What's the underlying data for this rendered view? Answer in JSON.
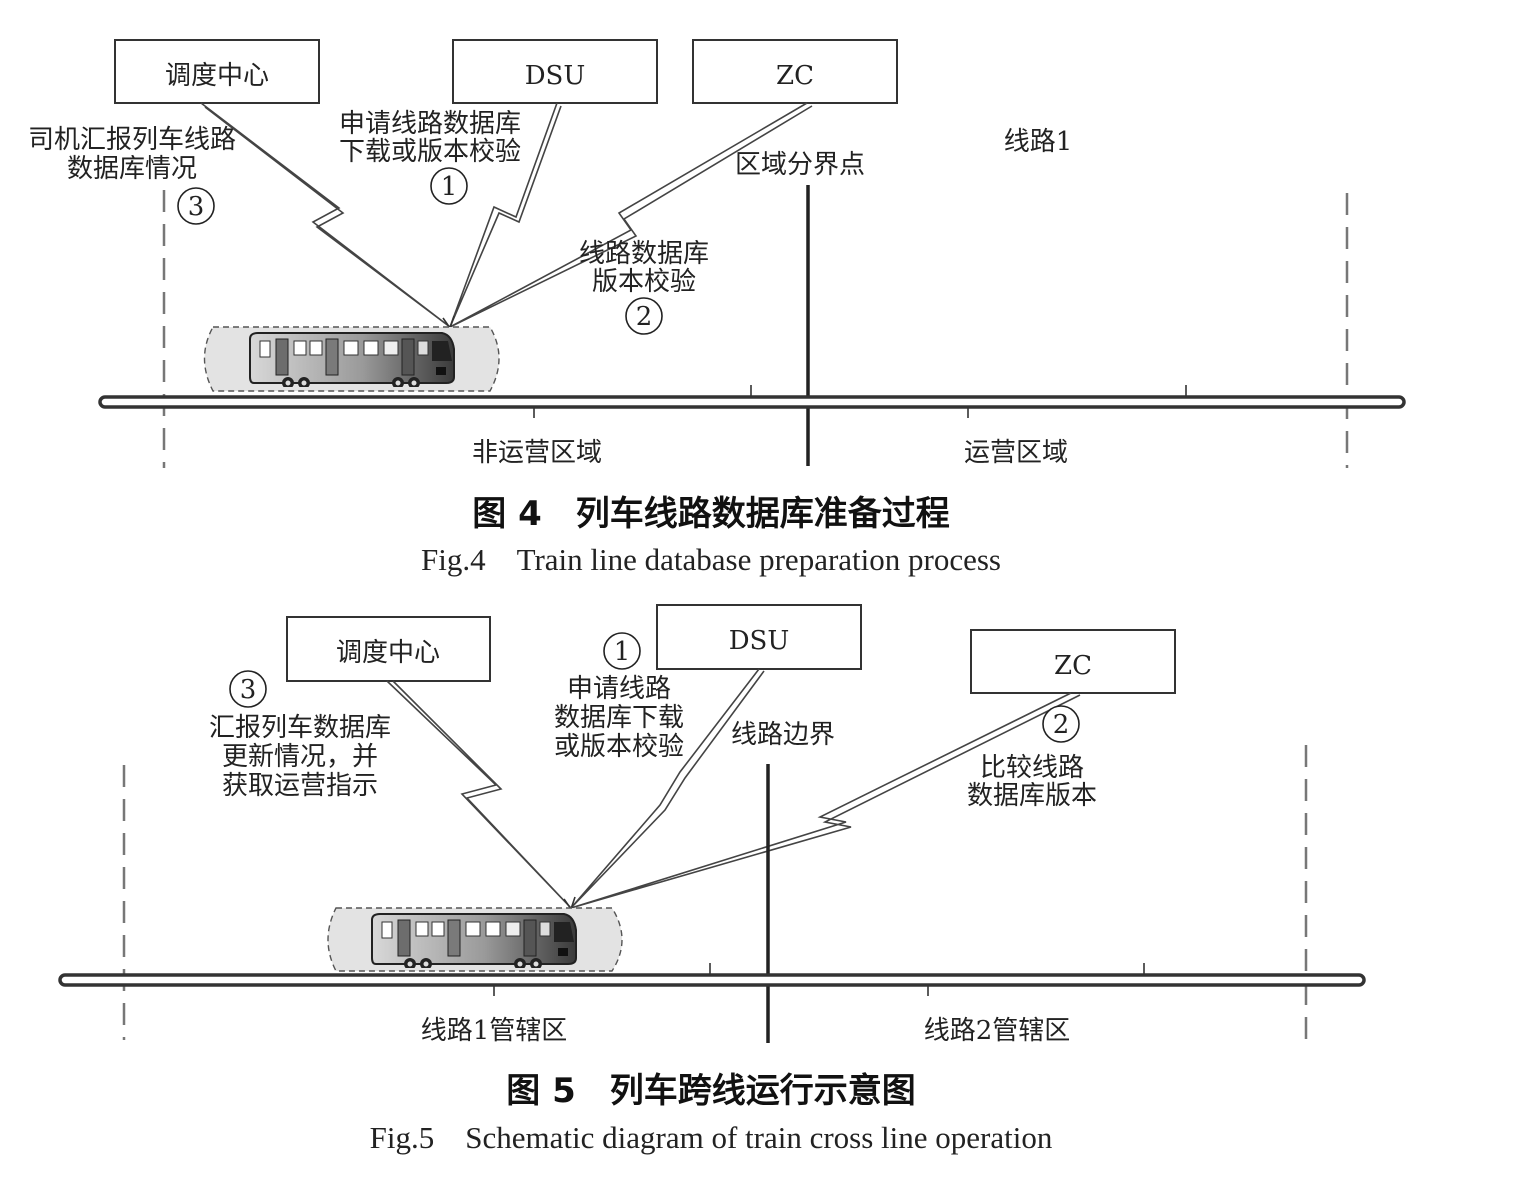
{
  "fig4": {
    "boxes": {
      "dispatch": "调度中心",
      "dsu": "DSU",
      "zc": "ZC"
    },
    "labels": {
      "driver_report_1": "司机汇报列车线路",
      "driver_report_2": "数据库情况",
      "request_1": "申请线路数据库",
      "request_2": "下载或版本校验",
      "version_check_1": "线路数据库",
      "version_check_2": "版本校验",
      "zone_boundary": "区域分界点",
      "line1": "线路1",
      "non_operating_zone": "非运营区域",
      "operating_zone": "运营区域"
    },
    "step_numbers": {
      "one": "1",
      "two": "2",
      "three": "3"
    },
    "caption_cn": "图 4　列车线路数据库准备过程",
    "caption_en": "Fig.4　Train line database preparation process"
  },
  "fig5": {
    "boxes": {
      "dispatch": "调度中心",
      "dsu": "DSU",
      "zc": "ZC"
    },
    "labels": {
      "report_1": "汇报列车数据库",
      "report_2": "更新情况，并",
      "report_3": "获取运营指示",
      "request_1": "申请线路",
      "request_2": "数据库下载",
      "request_3": "或版本校验",
      "line_boundary": "线路边界",
      "compare_1": "比较线路",
      "compare_2": "数据库版本",
      "line1_area": "线路1管辖区",
      "line2_area": "线路2管辖区"
    },
    "step_numbers": {
      "one": "1",
      "two": "2",
      "three": "3"
    },
    "caption_cn": "图 5　列车跨线运行示意图",
    "caption_en": "Fig.5　Schematic diagram of train cross line operation"
  },
  "colors": {
    "line": "#333333",
    "halo": "#e3e3e3",
    "train_dark": "#3a3a3a",
    "train_light": "#d8d8d8"
  }
}
